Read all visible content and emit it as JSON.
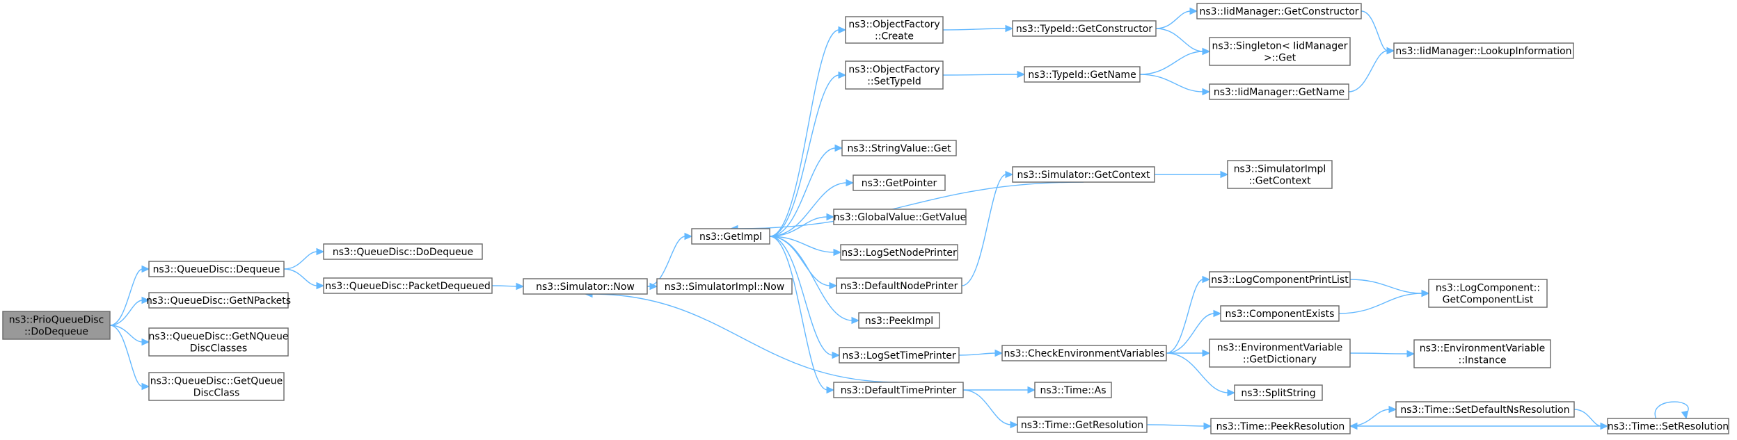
{
  "diagram": {
    "nodes": [
      {
        "id": "root",
        "lines": [
          "ns3::PrioQueueDisc",
          "::DoDequeue"
        ],
        "root": true
      },
      {
        "id": "qd_dequeue",
        "lines": [
          "ns3::QueueDisc::Dequeue"
        ]
      },
      {
        "id": "qd_getnpackets",
        "lines": [
          "ns3::QueueDisc::GetNPackets"
        ]
      },
      {
        "id": "qd_getnqueuediscclasses",
        "lines": [
          "ns3::QueueDisc::GetNQueue",
          "DiscClasses"
        ]
      },
      {
        "id": "qd_getqueuediscclass",
        "lines": [
          "ns3::QueueDisc::GetQueue",
          "DiscClass"
        ]
      },
      {
        "id": "qd_dodequeue",
        "lines": [
          "ns3::QueueDisc::DoDequeue"
        ]
      },
      {
        "id": "qd_packetdequeued",
        "lines": [
          "ns3::QueueDisc::PacketDequeued"
        ]
      },
      {
        "id": "sim_now",
        "lines": [
          "ns3::Simulator::Now"
        ]
      },
      {
        "id": "getimpl",
        "lines": [
          "ns3::GetImpl"
        ]
      },
      {
        "id": "simimpl_now",
        "lines": [
          "ns3::SimulatorImpl::Now"
        ]
      },
      {
        "id": "of_create",
        "lines": [
          "ns3::ObjectFactory",
          "::Create"
        ]
      },
      {
        "id": "of_settypeid",
        "lines": [
          "ns3::ObjectFactory",
          "::SetTypeId"
        ]
      },
      {
        "id": "stringvalue_get",
        "lines": [
          "ns3::StringValue::Get"
        ]
      },
      {
        "id": "getpointer",
        "lines": [
          "ns3::GetPointer"
        ]
      },
      {
        "id": "globalvalue_getvalue",
        "lines": [
          "ns3::GlobalValue::GetValue"
        ]
      },
      {
        "id": "logsetnodeprinter",
        "lines": [
          "ns3::LogSetNodePrinter"
        ]
      },
      {
        "id": "defaultnodeprinter",
        "lines": [
          "ns3::DefaultNodePrinter"
        ]
      },
      {
        "id": "peekimpl",
        "lines": [
          "ns3::PeekImpl"
        ]
      },
      {
        "id": "logsettimeprinter",
        "lines": [
          "ns3::LogSetTimePrinter"
        ]
      },
      {
        "id": "defaulttimeprinter",
        "lines": [
          "ns3::DefaultTimePrinter"
        ]
      },
      {
        "id": "typeid_getconstructor",
        "lines": [
          "ns3::TypeId::GetConstructor"
        ]
      },
      {
        "id": "typeid_getname",
        "lines": [
          "ns3::TypeId::GetName"
        ]
      },
      {
        "id": "sim_getcontext",
        "lines": [
          "ns3::Simulator::GetContext"
        ]
      },
      {
        "id": "checkenv",
        "lines": [
          "ns3::CheckEnvironmentVariables"
        ]
      },
      {
        "id": "time_as",
        "lines": [
          "ns3::Time::As"
        ]
      },
      {
        "id": "time_getresolution",
        "lines": [
          "ns3::Time::GetResolution"
        ]
      },
      {
        "id": "iid_getconstructor",
        "lines": [
          "ns3::IidManager::GetConstructor"
        ]
      },
      {
        "id": "singleton_get",
        "lines": [
          "ns3::Singleton< IidManager",
          " >::Get"
        ]
      },
      {
        "id": "iid_getname",
        "lines": [
          "ns3::IidManager::GetName"
        ]
      },
      {
        "id": "simimpl_getcontext",
        "lines": [
          "ns3::SimulatorImpl",
          "::GetContext"
        ]
      },
      {
        "id": "logcompprintlist",
        "lines": [
          "ns3::LogComponentPrintList"
        ]
      },
      {
        "id": "componentexists",
        "lines": [
          "ns3::ComponentExists"
        ]
      },
      {
        "id": "envvar_getdict",
        "lines": [
          "ns3::EnvironmentVariable",
          "::GetDictionary"
        ]
      },
      {
        "id": "splitstring",
        "lines": [
          "ns3::SplitString"
        ]
      },
      {
        "id": "time_peekresolution",
        "lines": [
          "ns3::Time::PeekResolution"
        ]
      },
      {
        "id": "iid_lookupinfo",
        "lines": [
          "ns3::IidManager::LookupInformation"
        ]
      },
      {
        "id": "logcomp_getcomplist",
        "lines": [
          "ns3::LogComponent::",
          "GetComponentList"
        ]
      },
      {
        "id": "envvar_instance",
        "lines": [
          "ns3::EnvironmentVariable",
          "::Instance"
        ]
      },
      {
        "id": "time_setdefaultnsres",
        "lines": [
          "ns3::Time::SetDefaultNsResolution"
        ]
      },
      {
        "id": "time_setresolution",
        "lines": [
          "ns3::Time::SetResolution"
        ]
      }
    ],
    "edges": [
      [
        "root",
        "qd_dequeue"
      ],
      [
        "root",
        "qd_getnpackets"
      ],
      [
        "root",
        "qd_getnqueuediscclasses"
      ],
      [
        "root",
        "qd_getqueuediscclass"
      ],
      [
        "qd_dequeue",
        "qd_dodequeue"
      ],
      [
        "qd_dequeue",
        "qd_packetdequeued"
      ],
      [
        "qd_packetdequeued",
        "sim_now"
      ],
      [
        "sim_now",
        "getimpl"
      ],
      [
        "sim_now",
        "simimpl_now"
      ],
      [
        "getimpl",
        "of_create"
      ],
      [
        "getimpl",
        "of_settypeid"
      ],
      [
        "getimpl",
        "stringvalue_get"
      ],
      [
        "getimpl",
        "getpointer"
      ],
      [
        "getimpl",
        "globalvalue_getvalue"
      ],
      [
        "getimpl",
        "logsetnodeprinter"
      ],
      [
        "getimpl",
        "defaultnodeprinter"
      ],
      [
        "getimpl",
        "peekimpl"
      ],
      [
        "getimpl",
        "logsettimeprinter"
      ],
      [
        "getimpl",
        "defaulttimeprinter"
      ],
      [
        "of_create",
        "typeid_getconstructor"
      ],
      [
        "of_settypeid",
        "typeid_getname"
      ],
      [
        "typeid_getconstructor",
        "iid_getconstructor"
      ],
      [
        "typeid_getconstructor",
        "singleton_get"
      ],
      [
        "typeid_getname",
        "singleton_get"
      ],
      [
        "typeid_getname",
        "iid_getname"
      ],
      [
        "iid_getconstructor",
        "iid_lookupinfo"
      ],
      [
        "iid_getname",
        "iid_lookupinfo"
      ],
      [
        "defaultnodeprinter",
        "sim_getcontext"
      ],
      [
        "sim_getcontext",
        "getimpl"
      ],
      [
        "sim_getcontext",
        "simimpl_getcontext"
      ],
      [
        "logsettimeprinter",
        "checkenv"
      ],
      [
        "checkenv",
        "logcompprintlist"
      ],
      [
        "checkenv",
        "componentexists"
      ],
      [
        "checkenv",
        "envvar_getdict"
      ],
      [
        "checkenv",
        "splitstring"
      ],
      [
        "logcompprintlist",
        "logcomp_getcomplist"
      ],
      [
        "componentexists",
        "logcomp_getcomplist"
      ],
      [
        "envvar_getdict",
        "envvar_instance"
      ],
      [
        "defaulttimeprinter",
        "sim_now"
      ],
      [
        "defaulttimeprinter",
        "time_as"
      ],
      [
        "defaulttimeprinter",
        "time_getresolution"
      ],
      [
        "time_getresolution",
        "time_peekresolution"
      ],
      [
        "time_peekresolution",
        "time_setdefaultnsres"
      ],
      [
        "time_setdefaultnsres",
        "time_setresolution"
      ],
      [
        "time_setresolution",
        "time_peekresolution"
      ],
      [
        "time_setresolution",
        "time_setresolution"
      ]
    ]
  },
  "colors": {
    "edge": "#63b8ff",
    "node_border": "#666666",
    "root_fill": "#999999"
  }
}
